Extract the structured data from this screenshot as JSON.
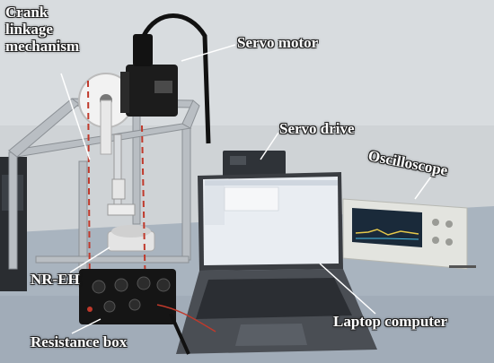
{
  "labels": {
    "crank_line1": "Crank",
    "crank_line2": "linkage",
    "crank_line3": "mechanism",
    "servo_motor": "Servo motor",
    "servo_drive": "Servo drive",
    "oscilloscope": "Oscilloscope",
    "nr_eh": "NR-EH",
    "laptop": "Laptop computer",
    "resistance_box": "Resistance box"
  },
  "colors": {
    "label_text": "#ffffff",
    "pointer_line": "#ffffff",
    "guide_dash": "#c0392b",
    "wall": "#cfd3d6",
    "table": "#a9b4bf",
    "frame_metal": "#b9bec3",
    "motor_body": "#1c1c1c",
    "wheel": "#f2f2f2",
    "laptop_body": "#3a3d42",
    "laptop_screen": "#e9edf2",
    "oscilloscope_body": "#e3e4df",
    "oscilloscope_screen": "#1a2a3a",
    "resistance_box": "#151515"
  }
}
